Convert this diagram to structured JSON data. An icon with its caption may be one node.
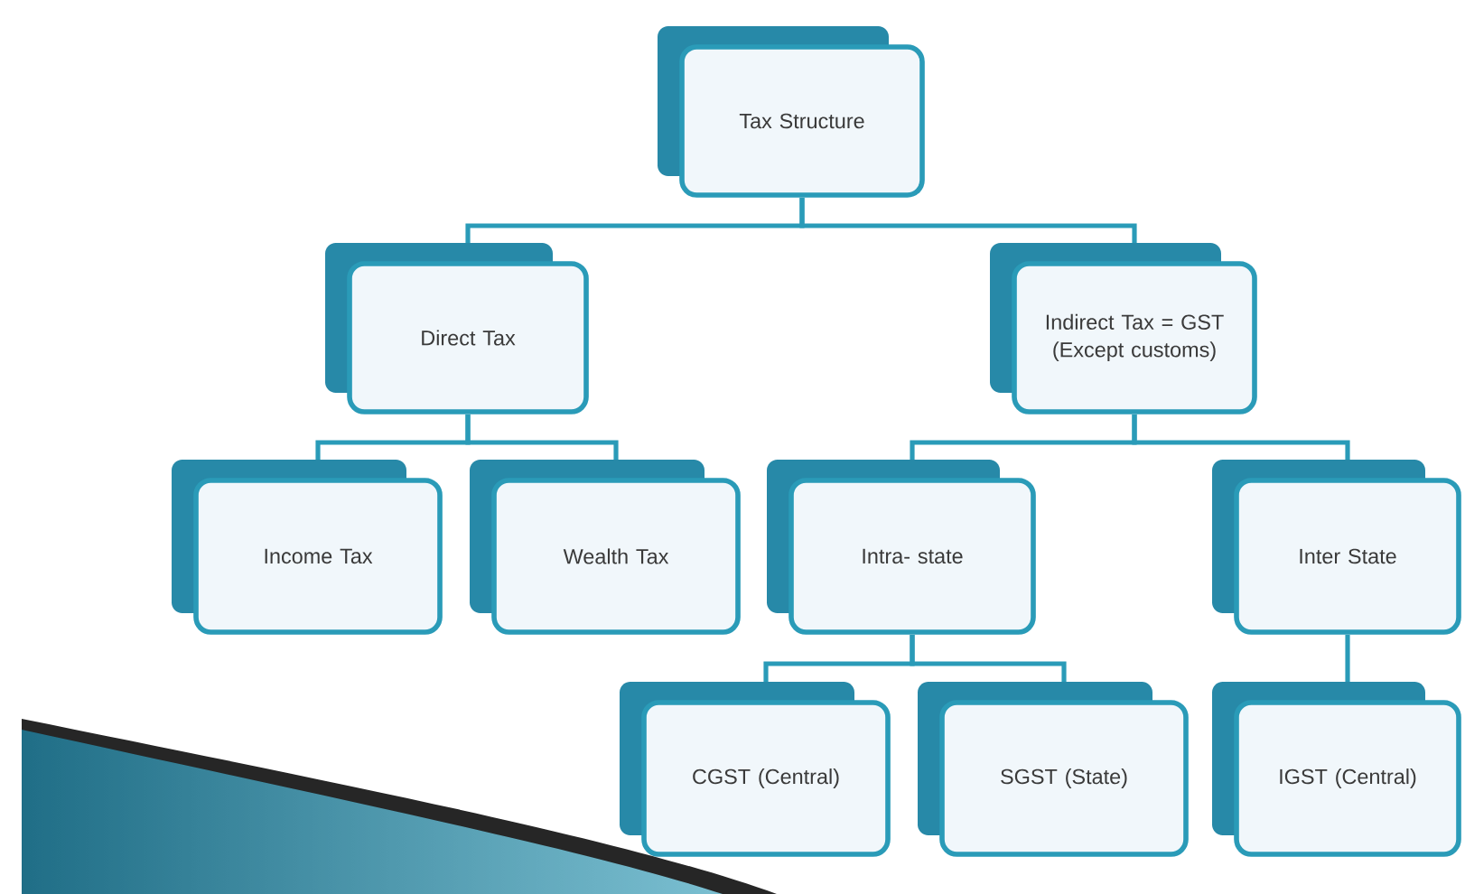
{
  "diagram": {
    "nodes": [
      {
        "text": [
          "Tax Structure"
        ]
      },
      {
        "text": [
          "Direct Tax"
        ]
      },
      {
        "text": [
          "Indirect Tax = GST (Except customs)"
        ]
      },
      {
        "text": [
          "Income Tax"
        ]
      },
      {
        "text": [
          "Wealth Tax"
        ]
      },
      {
        "text": [
          "Intra- state"
        ]
      },
      {
        "text": [
          "Inter State"
        ]
      },
      {
        "text": [
          "CGST (Central)"
        ]
      },
      {
        "text": [
          "SGST (State)"
        ]
      },
      {
        "text": [
          "IGST (Central)"
        ]
      }
    ],
    "edges": [
      {
        "from": 0,
        "to": 1,
        "arrow": "none"
      },
      {
        "from": 0,
        "to": 2,
        "arrow": "none"
      },
      {
        "from": 1,
        "to": 3,
        "arrow": "none"
      },
      {
        "from": 1,
        "to": 4,
        "arrow": "none"
      },
      {
        "from": 2,
        "to": 5,
        "arrow": "none"
      },
      {
        "from": 2,
        "to": 6,
        "arrow": "none"
      },
      {
        "from": 5,
        "to": 7,
        "arrow": "none"
      },
      {
        "from": 5,
        "to": 8,
        "arrow": "none"
      },
      {
        "from": 6,
        "to": 9,
        "arrow": "none"
      }
    ]
  }
}
